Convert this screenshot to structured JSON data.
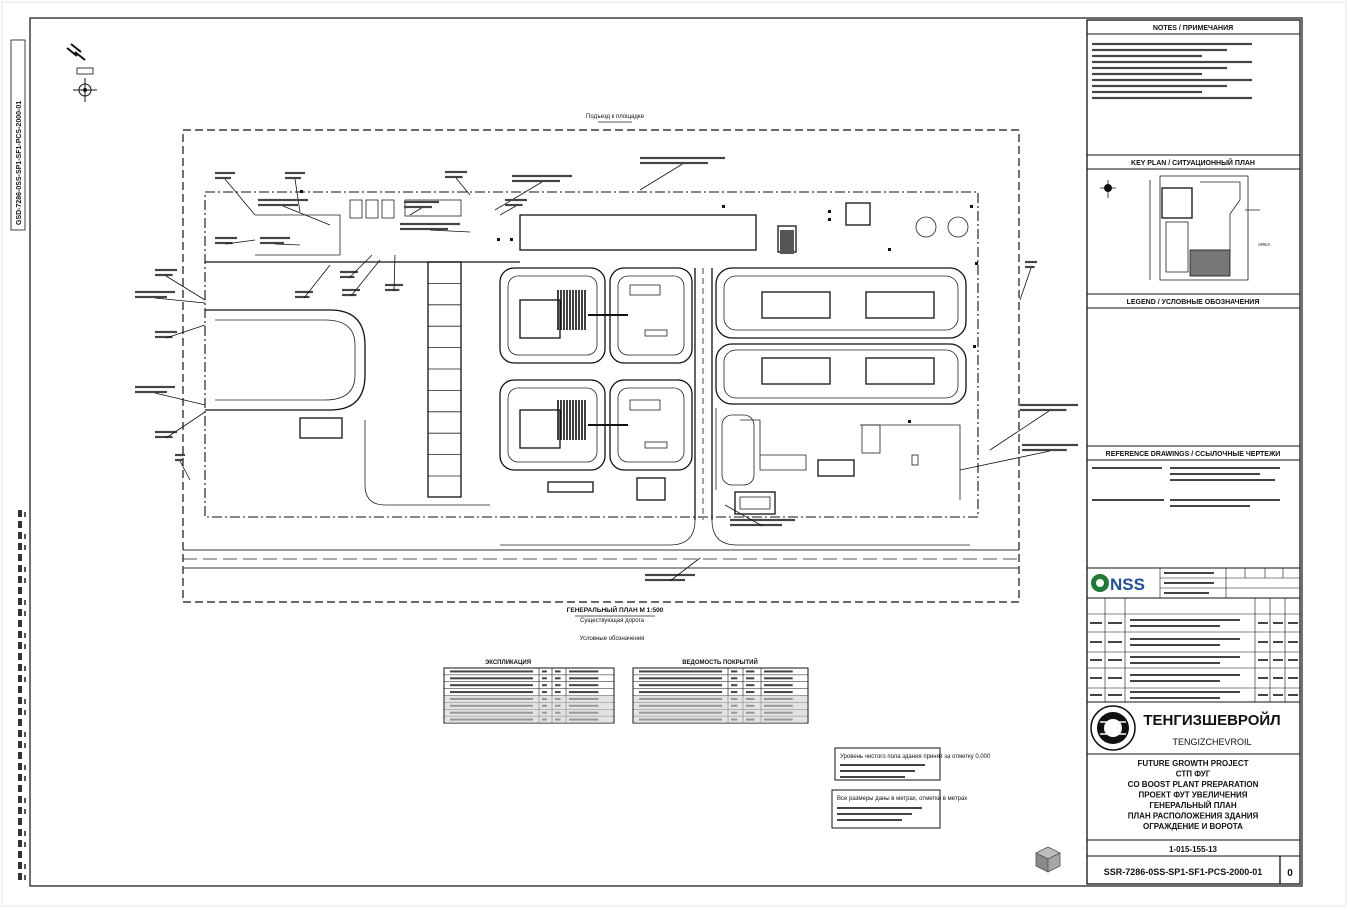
{
  "sheet": {
    "side_code": "GSD-7286-0SS-SP1-SF1-PCS-2000-01",
    "overall_view_label": "Подъезд к площадке",
    "south_road_label": "Существующая дорога",
    "plan_caption_1": "ГЕНЕРАЛЬНЫЙ ПЛАН М 1:500",
    "plan_caption_2": "Условные обозначения",
    "table_left_title": "ЭКСПЛИКАЦИЯ",
    "table_right_title": "ВЕДОМОСТЬ ПОКРЫТИЙ",
    "note_box_1": "Уровень чистого пола здания принят за отметку 0.000",
    "note_box_2": "Все размеры даны в метрах, отметки в метрах"
  },
  "title_block": {
    "notes_header": "NOTES / ПРИМЕЧАНИЯ",
    "keyplan_header": "KEY PLAN / СИТУАЦИОННЫЙ ПЛАН",
    "legend_header": "LEGEND / УСЛОВНЫЕ ОБОЗНАЧЕНИЯ",
    "refs_header": "REFERENCE DRAWINGS / ССЫЛОЧНЫЕ ЧЕРТЕЖИ",
    "nss_logo": "NSS",
    "company_name": "ТЕНГИЗШЕВРОЙЛ",
    "company_sub": "TENGIZCHEVROIL",
    "project_lines": [
      "FUTURE GROWTH PROJECT",
      "СТП ФУГ",
      "CO BOOST PLANT PREPARATION",
      "ПРОЕКТ ФУТ УВЕЛИЧЕНИЯ",
      "ГЕНЕРАЛЬНЫЙ ПЛАН",
      "ПЛАН РАСПОЛОЖЕНИЯ ЗДАНИЯ",
      "ОГРАЖДЕНИЕ И ВОРОТА"
    ],
    "drawing_number": "SSR-7286-0SS-SP1-SF1-PCS-2000-01",
    "revision": "0",
    "doc_code": "1-015-155-13"
  }
}
